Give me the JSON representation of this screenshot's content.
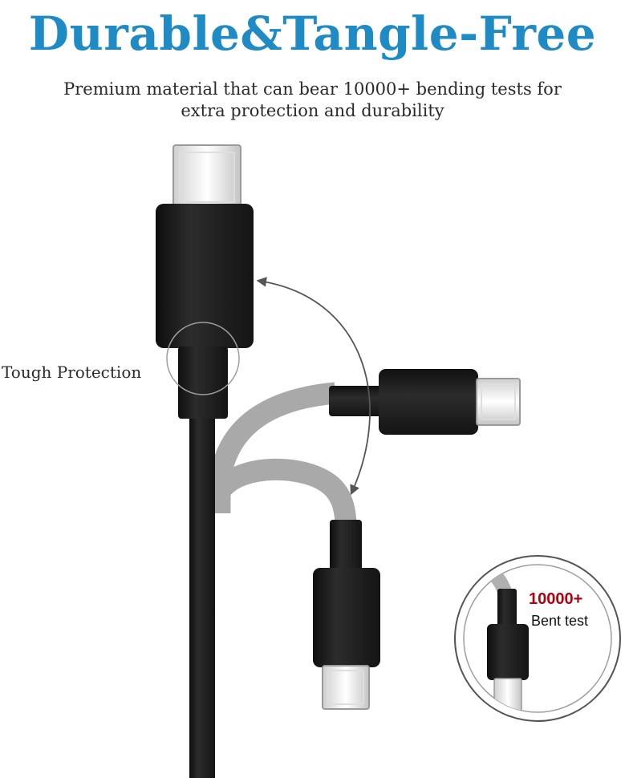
{
  "headline": "Durable&Tangle-Free",
  "description": {
    "line1": "Premium material that can bear 10000+ bending tests for",
    "line2": "extra protection and durability"
  },
  "callout_label": "Tough Protection",
  "inset": {
    "count": "10000+",
    "caption": "Bent test"
  },
  "colors": {
    "headline": "#1f8bc4",
    "count": "#b3000e",
    "cable_black": "#1b1b1b",
    "cable_grey": "#a9a9a9"
  },
  "icons": [
    "usb-c-connector-icon",
    "curved-arrow-icon"
  ]
}
